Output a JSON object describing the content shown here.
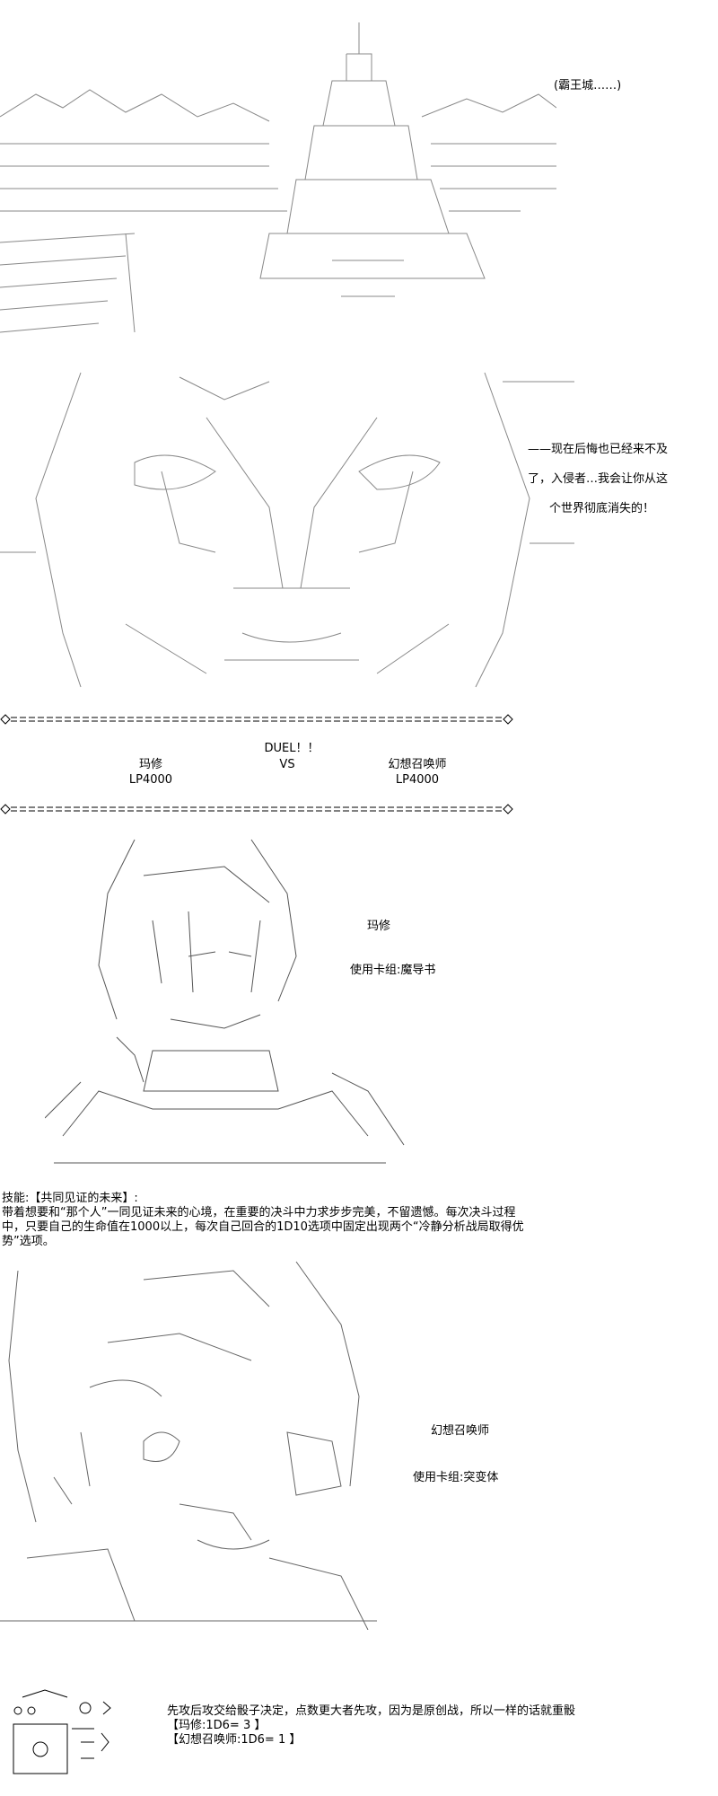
{
  "panel1": {
    "caption": "(霸王城……)"
  },
  "panel2": {
    "lines": [
      "——现在后悔也已经来不及",
      "了，入侵者…我会让你从这",
      "个世界彻底消失的！"
    ]
  },
  "duel": {
    "title": "DUEL！！",
    "vs": "VS",
    "player1_name": "玛修",
    "player1_lp": "LP4000",
    "player2_name": "幻想召唤师",
    "player2_lp": "LP4000"
  },
  "panel3": {
    "name": "玛修",
    "deck": "使用卡组:魔导书"
  },
  "skill": {
    "lines": [
      "技能:【共同见证的未来】:",
      "带着想要和“那个人”一同见证未来的心境，在重要的决斗中力求步步完美，不留遗憾。每次决斗过程",
      "中，只要自己的生命值在1000以上，每次自己回合的1D10选项中固定出现两个“冷静分析战局取得优",
      "势”选项。"
    ]
  },
  "panel4": {
    "name": "幻想召唤师",
    "deck": "使用卡组:突变体"
  },
  "footer": {
    "lines": [
      "先攻后攻交给骰子决定，点数更大者先攻，因为是原创战，所以一样的话就重骰",
      "【玛修:1D6= 3 】",
      "【幻想召唤师:1D6= 1 】"
    ]
  }
}
